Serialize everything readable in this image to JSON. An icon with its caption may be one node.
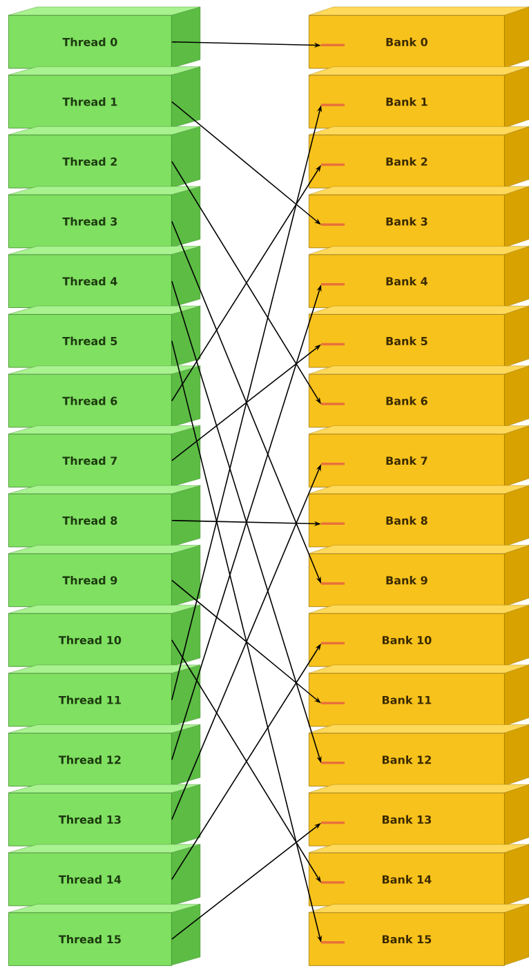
{
  "diagram": {
    "nodes": [
      {
        "text": [
          "Thread 0"
        ]
      },
      {
        "text": [
          "Thread 1"
        ]
      },
      {
        "text": [
          "Thread 2"
        ]
      },
      {
        "text": [
          "Thread 3"
        ]
      },
      {
        "text": [
          "Thread 4"
        ]
      },
      {
        "text": [
          "Thread 5"
        ]
      },
      {
        "text": [
          "Thread 6"
        ]
      },
      {
        "text": [
          "Thread 7"
        ]
      },
      {
        "text": [
          "Thread 8"
        ]
      },
      {
        "text": [
          "Thread 9"
        ]
      },
      {
        "text": [
          "Thread 10"
        ]
      },
      {
        "text": [
          "Thread 11"
        ]
      },
      {
        "text": [
          "Thread 12"
        ]
      },
      {
        "text": [
          "Thread 13"
        ]
      },
      {
        "text": [
          "Thread 14"
        ]
      },
      {
        "text": [
          "Thread 15"
        ]
      },
      {
        "text": [
          "Bank 0"
        ]
      },
      {
        "text": [
          "Bank 1"
        ]
      },
      {
        "text": [
          "Bank 2"
        ]
      },
      {
        "text": [
          "Bank 3"
        ]
      },
      {
        "text": [
          "Bank 4"
        ]
      },
      {
        "text": [
          "Bank 5"
        ]
      },
      {
        "text": [
          "Bank 6"
        ]
      },
      {
        "text": [
          "Bank 7"
        ]
      },
      {
        "text": [
          "Bank 8"
        ]
      },
      {
        "text": [
          "Bank 9"
        ]
      },
      {
        "text": [
          "Bank 10"
        ]
      },
      {
        "text": [
          "Bank 11"
        ]
      },
      {
        "text": [
          "Bank 12"
        ]
      },
      {
        "text": [
          "Bank 13"
        ]
      },
      {
        "text": [
          "Bank 14"
        ]
      },
      {
        "text": [
          "Bank 15"
        ]
      }
    ],
    "edges": [
      {
        "from": 0,
        "to": 16,
        "arrow": "to"
      },
      {
        "from": 1,
        "to": 19,
        "arrow": "to"
      },
      {
        "from": 2,
        "to": 22,
        "arrow": "to"
      },
      {
        "from": 3,
        "to": 25,
        "arrow": "to"
      },
      {
        "from": 4,
        "to": 28,
        "arrow": "to"
      },
      {
        "from": 5,
        "to": 31,
        "arrow": "to"
      },
      {
        "from": 6,
        "to": 18,
        "arrow": "to"
      },
      {
        "from": 7,
        "to": 21,
        "arrow": "to"
      },
      {
        "from": 8,
        "to": 24,
        "arrow": "to"
      },
      {
        "from": 9,
        "to": 27,
        "arrow": "to"
      },
      {
        "from": 10,
        "to": 30,
        "arrow": "to"
      },
      {
        "from": 11,
        "to": 17,
        "arrow": "to"
      },
      {
        "from": 12,
        "to": 20,
        "arrow": "to"
      },
      {
        "from": 13,
        "to": 23,
        "arrow": "to"
      },
      {
        "from": 14,
        "to": 26,
        "arrow": "to"
      },
      {
        "from": 15,
        "to": 29,
        "arrow": "to"
      }
    ]
  }
}
